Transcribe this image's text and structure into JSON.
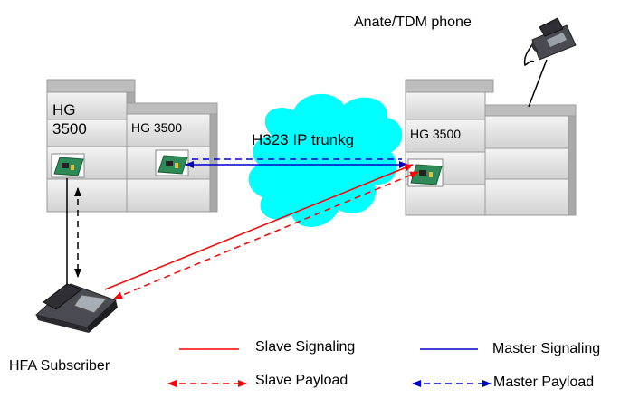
{
  "labels": {
    "tdm_phone": "Anate/TDM phone",
    "left_system_a_line1": "HG",
    "left_system_a_line2": "3500",
    "left_system_b": "HG 3500",
    "right_system": "HG 3500",
    "trunk": "H323 IP trunkg",
    "hfa_subscriber": "HFA Subscriber"
  },
  "legend": {
    "slave_signaling": "Slave Signaling",
    "slave_payload": "Slave Payload",
    "master_signaling": "Master Signaling",
    "master_payload": "Master Payload"
  },
  "colors": {
    "slave": "#ff0000",
    "master": "#0000cc",
    "cloud": "#00ffff",
    "rack_face": "#e6e6e6",
    "rack_dark": "#bdbdbd",
    "rack_top": "#b9b9b9",
    "board": "#2e8b57"
  },
  "icons": {
    "telephone": "desk-phone-icon",
    "board": "hg3500-board-icon"
  }
}
